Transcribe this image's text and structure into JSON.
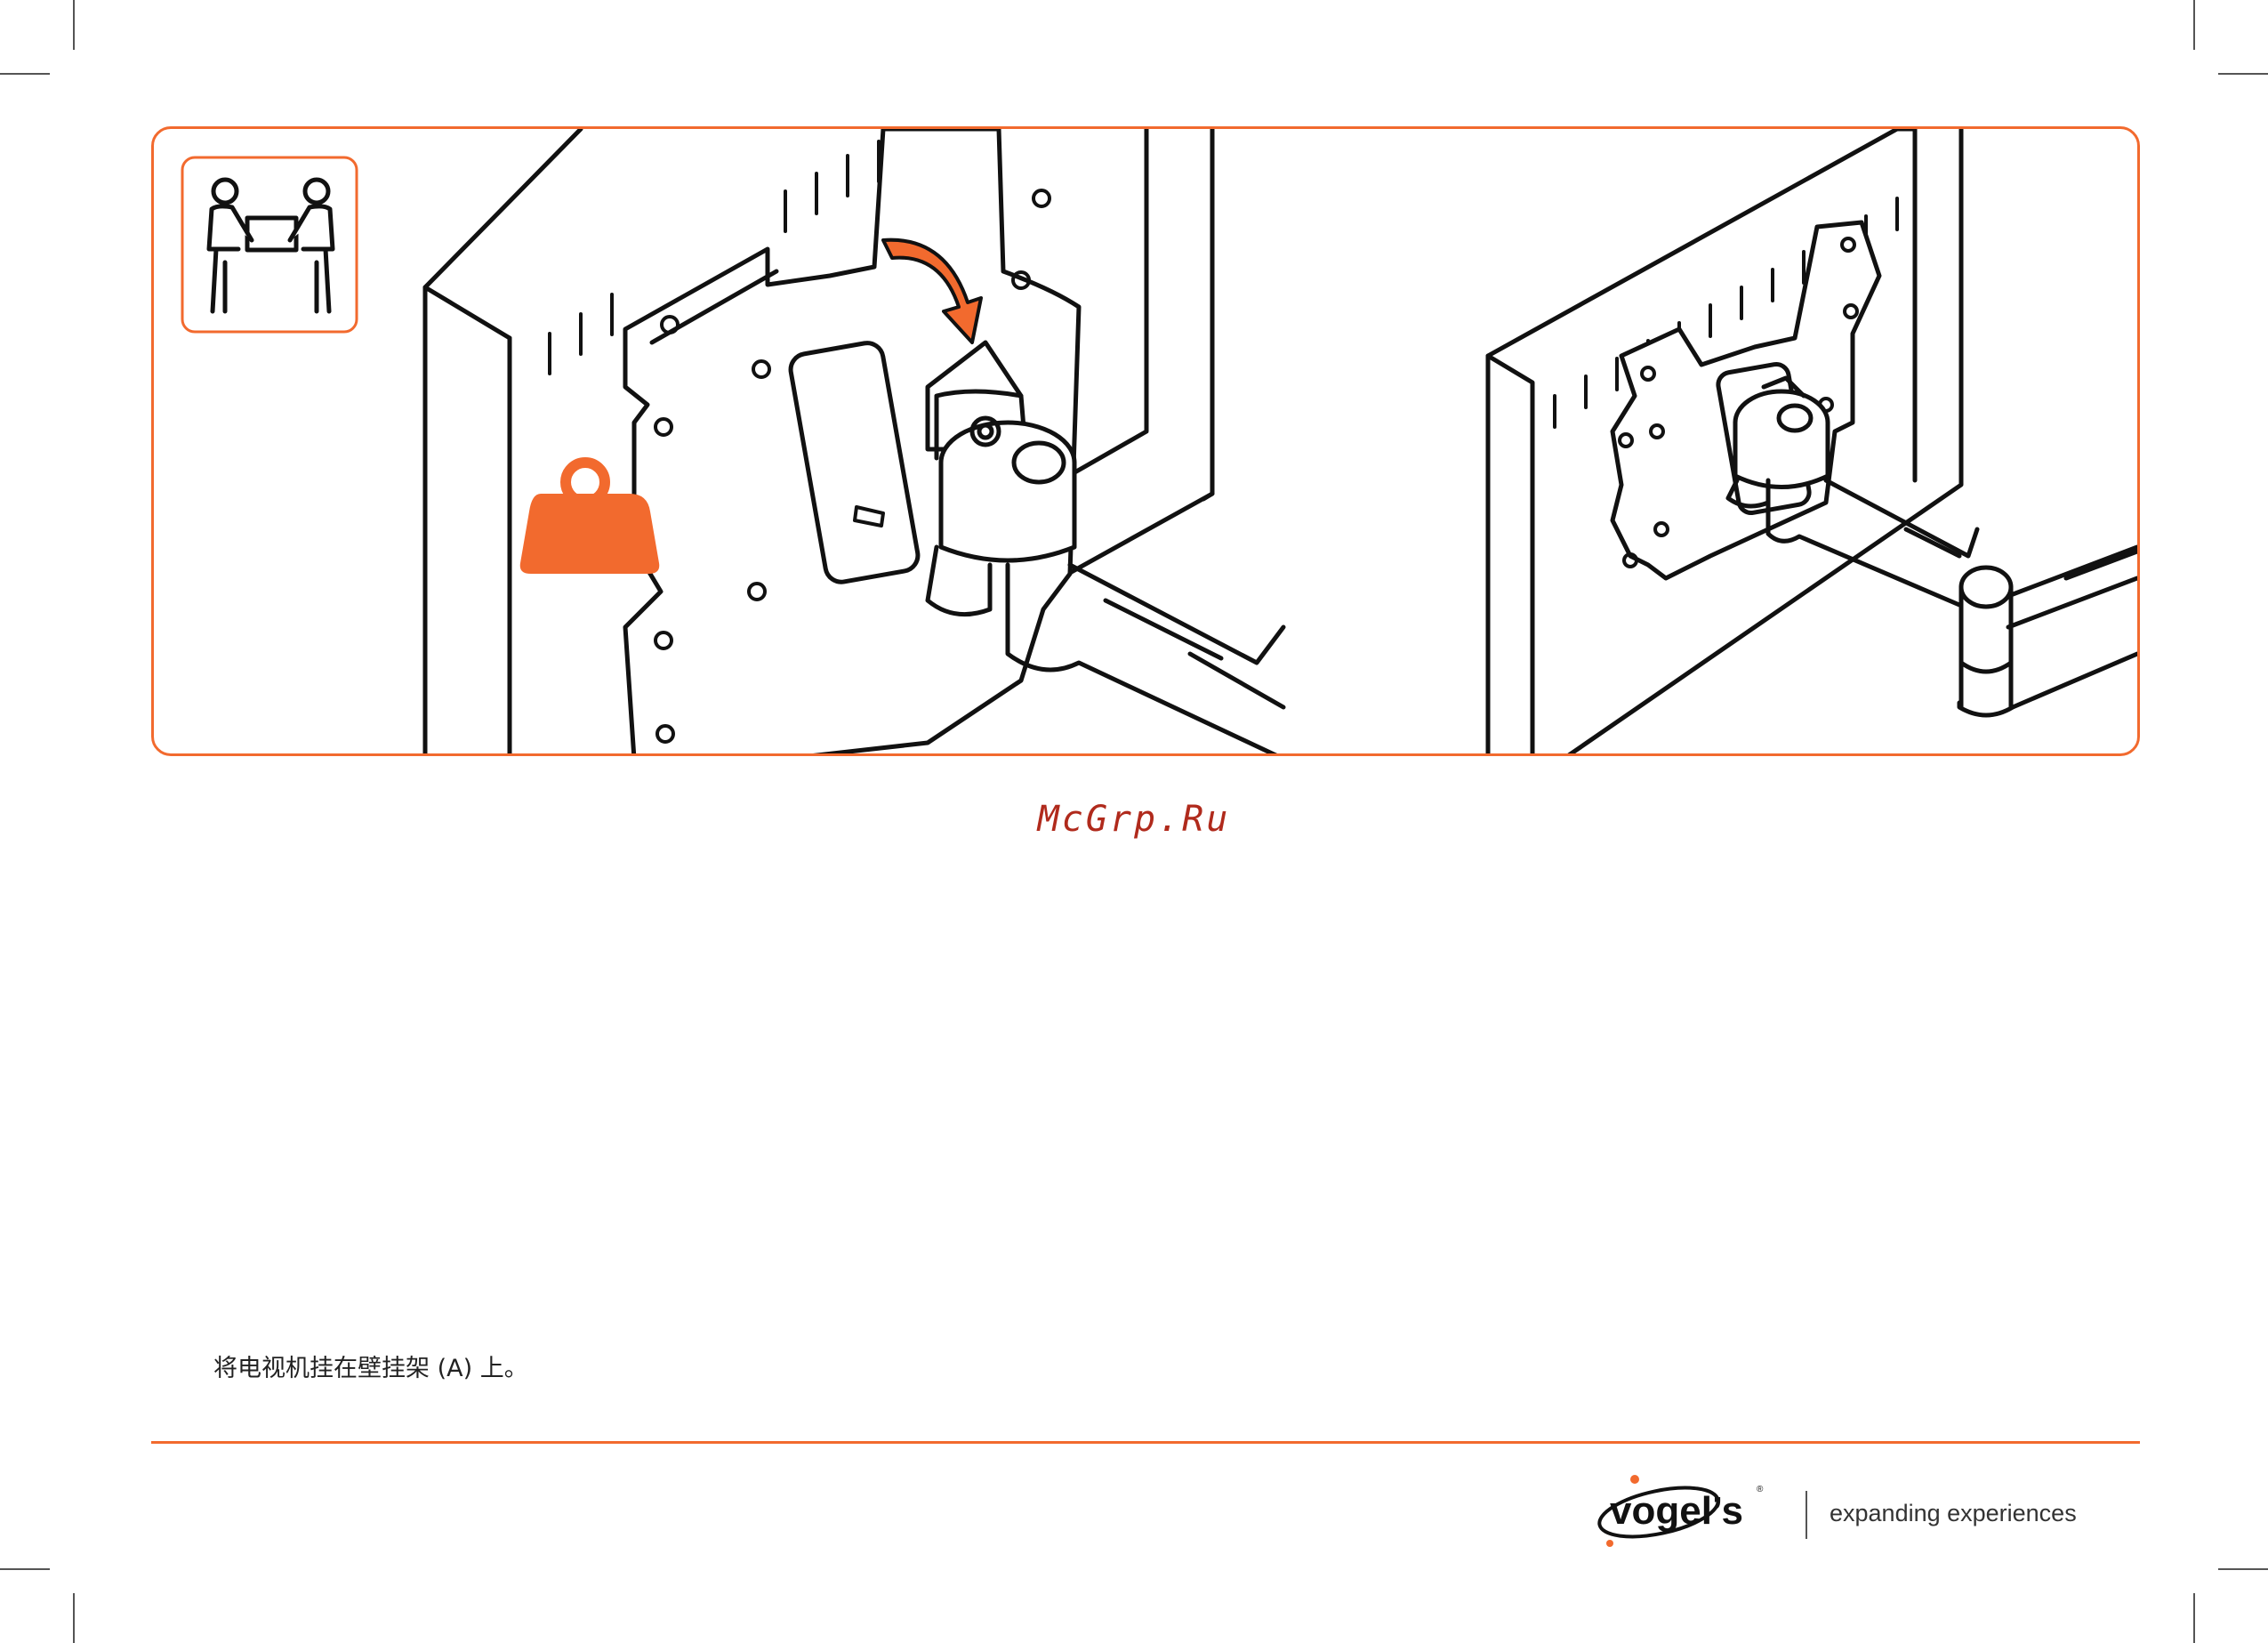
{
  "watermark": "McGrp.Ru",
  "instruction": {
    "text": "将电视机挂在壁挂架 (A) 上。"
  },
  "icons": {
    "two_person_lift": "two-person-lift-icon",
    "weight": "weight-icon",
    "rotate_arrow": "curved-arrow-icon"
  },
  "colors": {
    "accent": "#f26a2e",
    "line": "#111111"
  },
  "brand": {
    "logo_text": "vogel's",
    "tagline": "expanding experiences"
  }
}
